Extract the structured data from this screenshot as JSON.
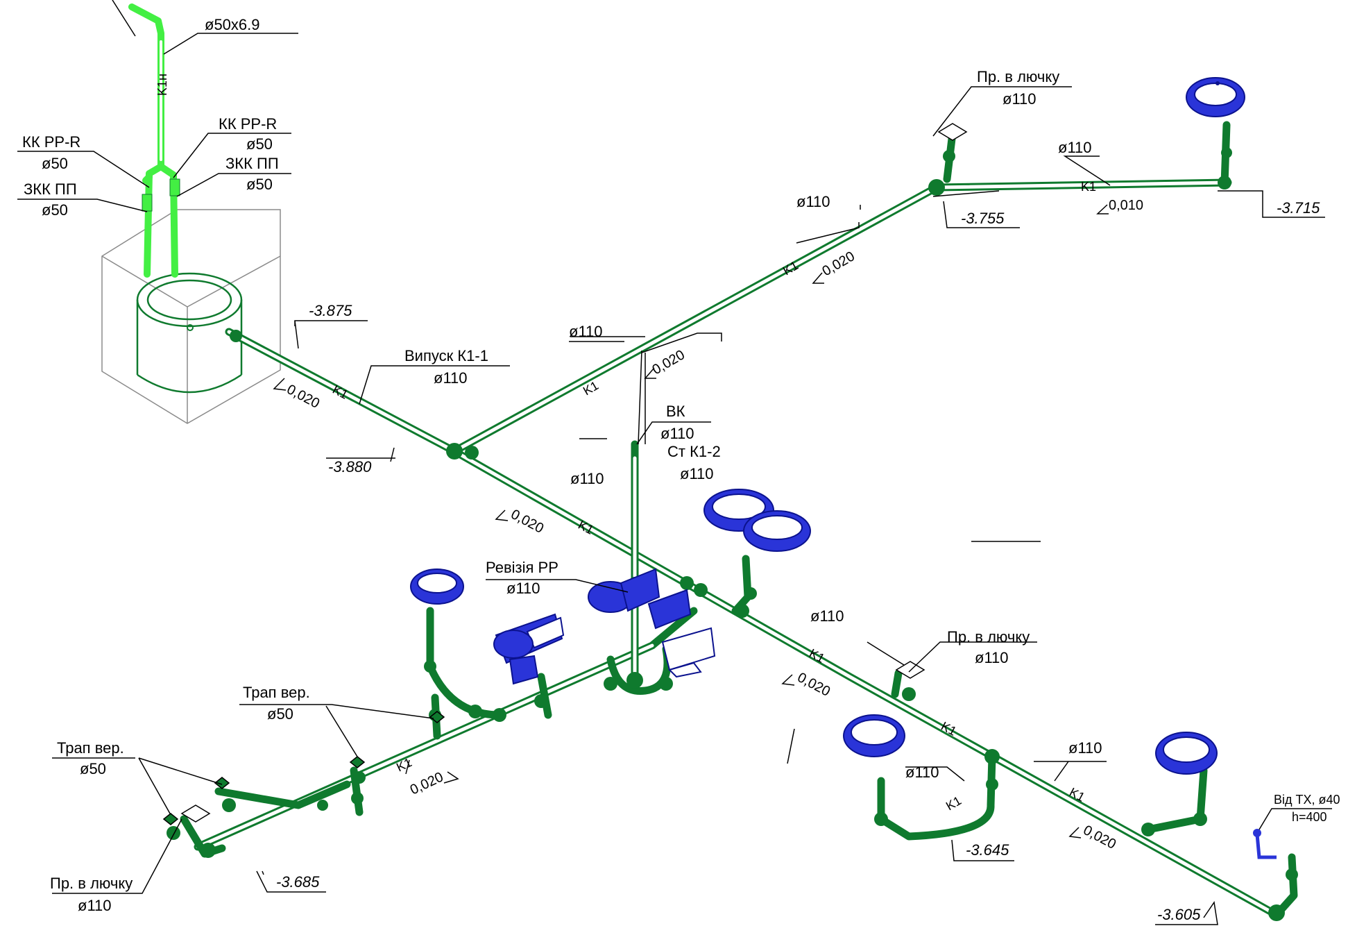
{
  "texts": {
    "top_pipe": "ø50x6.9",
    "k1n": "K1н",
    "kk_ppr_l": "КК PP-R",
    "d50_kk_l": "ø50",
    "zkk_pp_l": "ЗКК ПП",
    "d50_zkk_l": "ø50",
    "kk_ppr_r": "КК PP-R",
    "d50_kk_r": "ø50",
    "zkk_pp_r": "ЗКК ПП",
    "d50_zkk_r": "ø50",
    "el_3875": "-3.875",
    "el_3880": "-3.880",
    "vypusk": "Випуск К1-1",
    "d110_vypusk": "ø110",
    "d110_diag_mid": "ø110",
    "d110_diag_top": "ø110",
    "pr_v_luchku_top": "Пр. в лючку",
    "d110_pr_top": "ø110",
    "d110_right_top": "ø110",
    "el_3755": "-3.755",
    "el_3715": "-3.715",
    "slope_0010": "0,010",
    "slope_left": "0,020",
    "slope_diag1": "0,020",
    "slope_diag2": "0,020",
    "slope_main_mid": "0,020",
    "vk": "ВК",
    "d110_vk": "ø110",
    "st_k12": "Ст К1-2",
    "d110_st": "ø110",
    "d110_main_mid": "ø110",
    "revizia": "Ревізія PP",
    "d110_rev": "ø110",
    "d110_main_right": "ø110",
    "pr_v_luchku_mid": "Пр. в лючку",
    "d110_pr_mid": "ø110",
    "slope_right_mid": "0,020",
    "trap_ver_1": "Трап вер.",
    "d50_trap_1": "ø50",
    "trap_ver_2": "Трап вер.",
    "d50_trap_2": "ø50",
    "slope_lower": "0,020",
    "pr_v_luchku_bot": "Пр. в лючку",
    "d110_pr_bot": "ø110",
    "el_3685": "-3.685",
    "d110_branch": "ø110",
    "el_3645": "-3.645",
    "d110_lower_right": "ø110",
    "slope_lower_right": "0,020",
    "vid_tx": "Від ТХ, ø40",
    "h400": "h=400",
    "el_3605": "-3.605",
    "k1": "K1"
  },
  "colors": {
    "pipe": "#0f7a2e",
    "vent_pipe": "#43ef43",
    "fixture": "#2a34d8",
    "well_box": "#8a8a8a"
  }
}
